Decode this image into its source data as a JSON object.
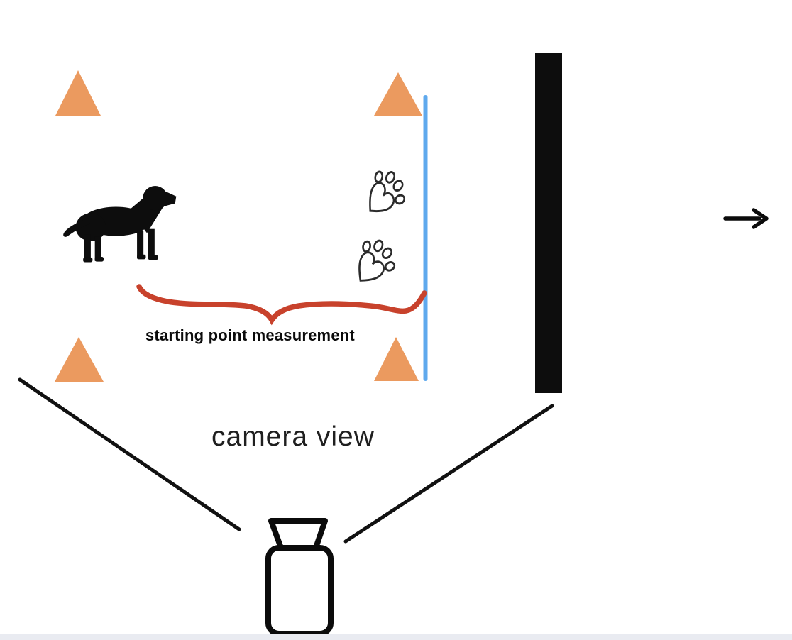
{
  "scene": {
    "measurement_label": "starting point measurement",
    "camera_view_label": "camera view"
  },
  "colors": {
    "cone": "#EB9A5F",
    "start_line": "#5FA9ED",
    "brace": "#C8422C",
    "ink": "#0D0D0D",
    "sketch": "#2B2B2B",
    "bottom_strip": "#E9EBF1",
    "canvas": "#FFFFFF"
  },
  "icons": {
    "cone_marker": "orange-triangle",
    "dog": "dog-silhouette",
    "paw_print": "sketched-paw-print",
    "start_line": "blue-vertical-line",
    "wall": "black-vertical-bar",
    "brace": "red-underbrace",
    "camera": "camera-outline",
    "arrow": "right-arrow"
  }
}
